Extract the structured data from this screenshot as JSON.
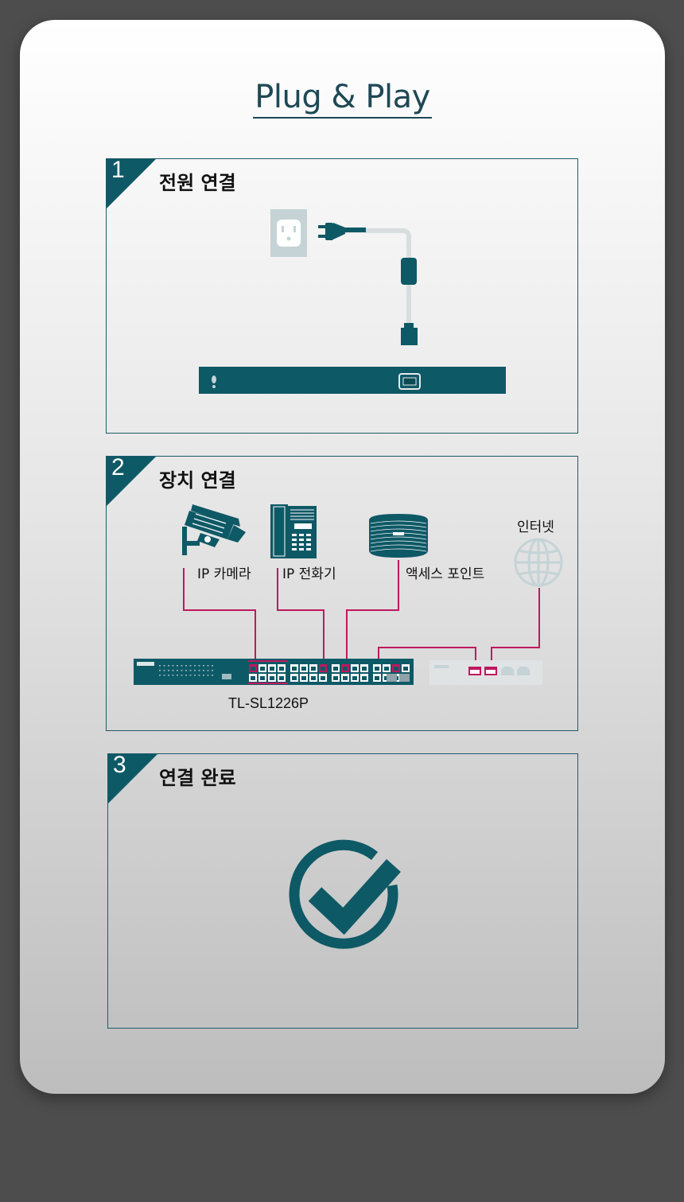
{
  "title": "Plug & Play",
  "steps": [
    {
      "number": "1",
      "label": "전원 연결"
    },
    {
      "number": "2",
      "label": "장치 연결"
    },
    {
      "number": "3",
      "label": "연결 완료"
    }
  ],
  "devices": {
    "ip_camera": "IP 카메라",
    "ip_phone": "IP 전화기",
    "access_point": "액세스 포인트",
    "internet": "인터넷",
    "switch_model": "TL-SL1226P"
  },
  "colors": {
    "accent": "#0e5966",
    "cable": "#c0185f",
    "outlet": "#c5d3d6",
    "light_gray": "#d0d6d8"
  }
}
